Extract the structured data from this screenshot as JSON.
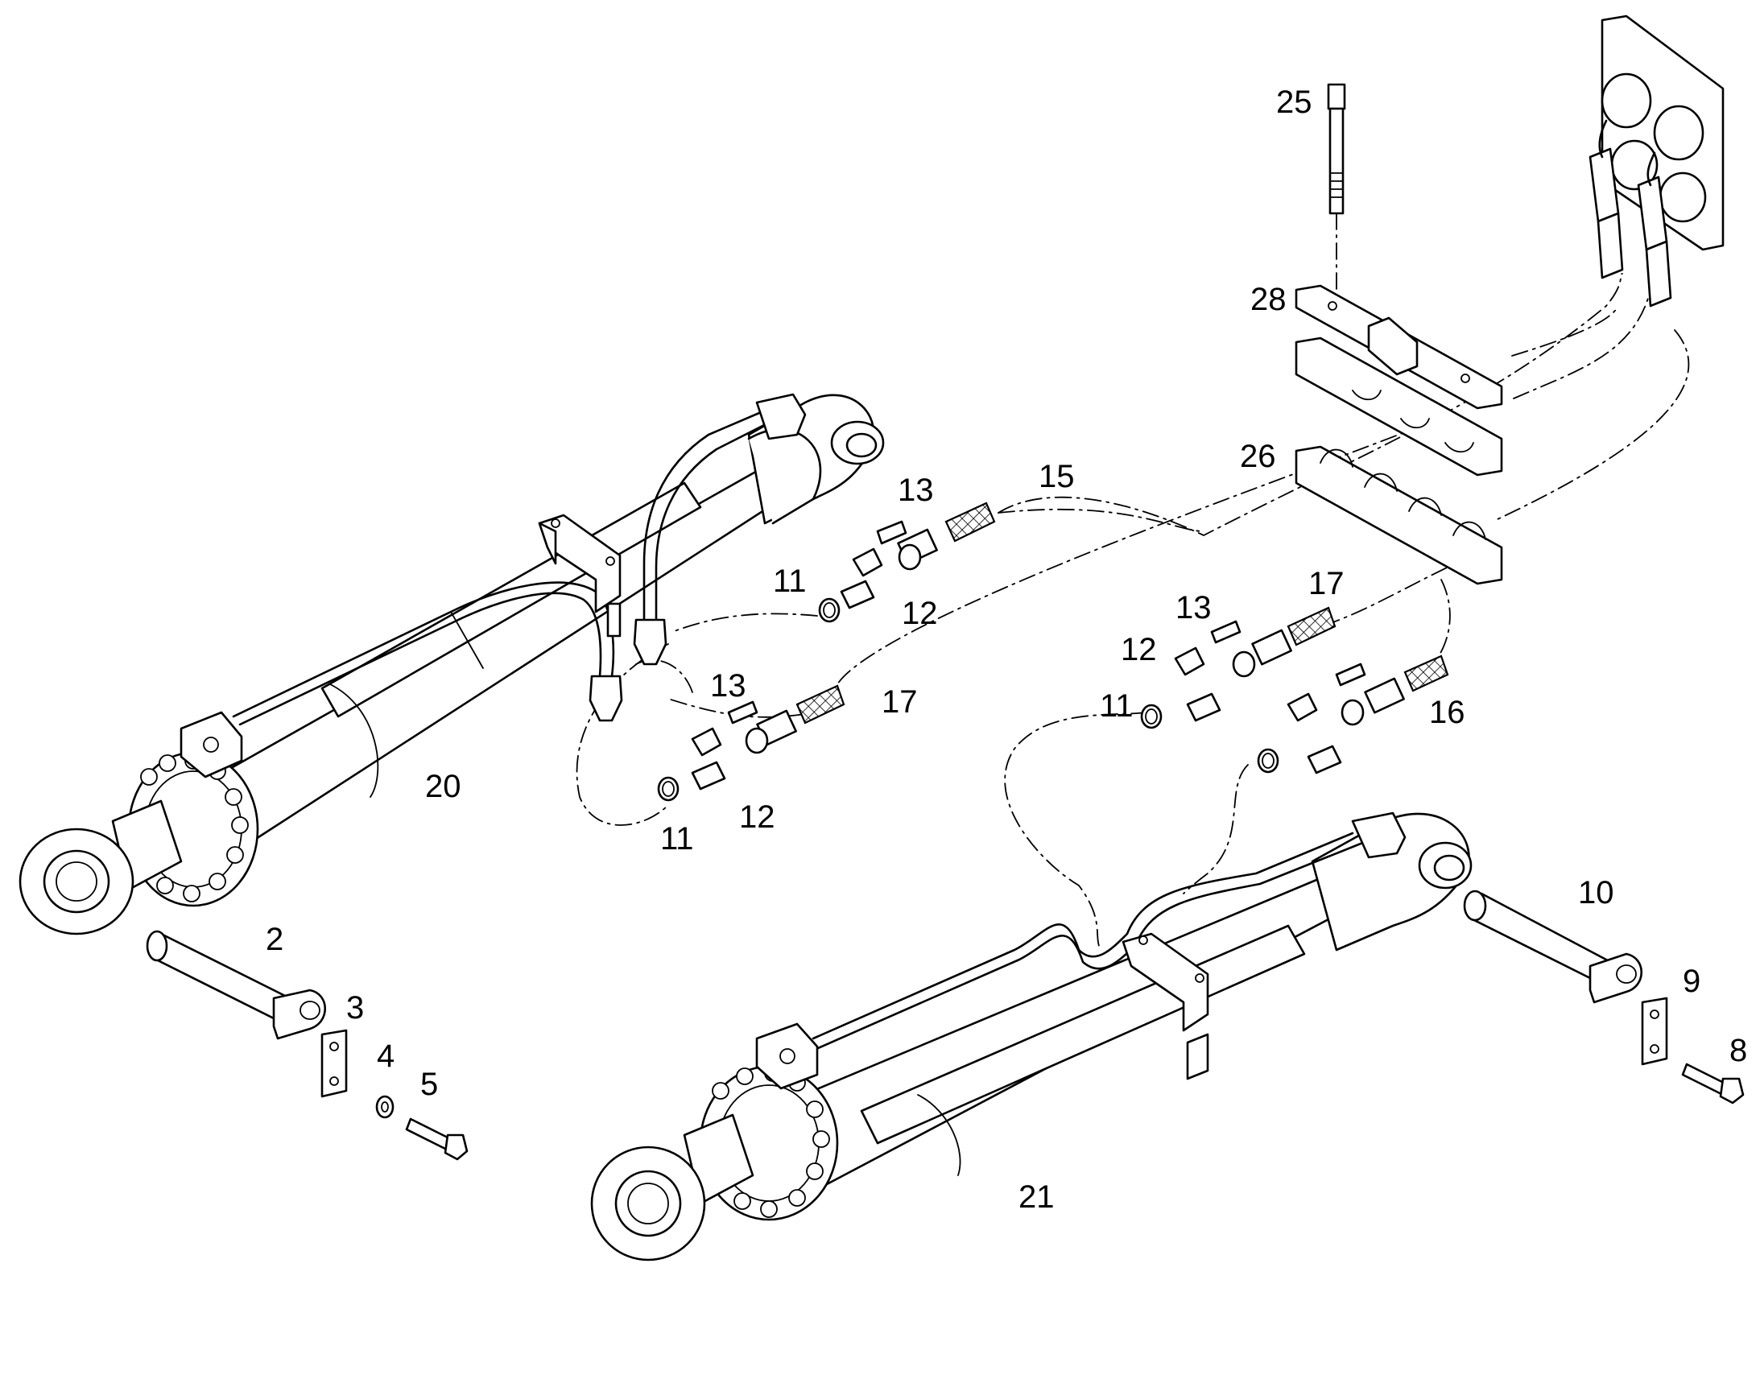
{
  "callouts": [
    {
      "id": "c2",
      "label": "2"
    },
    {
      "id": "c3",
      "label": "3"
    },
    {
      "id": "c4",
      "label": "4"
    },
    {
      "id": "c5",
      "label": "5"
    },
    {
      "id": "c8",
      "label": "8"
    },
    {
      "id": "c9",
      "label": "9"
    },
    {
      "id": "c10",
      "label": "10"
    },
    {
      "id": "c11a",
      "label": "11"
    },
    {
      "id": "c11b",
      "label": "11"
    },
    {
      "id": "c11c",
      "label": "11"
    },
    {
      "id": "c12a",
      "label": "12"
    },
    {
      "id": "c12b",
      "label": "12"
    },
    {
      "id": "c12c",
      "label": "12"
    },
    {
      "id": "c13a",
      "label": "13"
    },
    {
      "id": "c13b",
      "label": "13"
    },
    {
      "id": "c13c",
      "label": "13"
    },
    {
      "id": "c15",
      "label": "15"
    },
    {
      "id": "c16",
      "label": "16"
    },
    {
      "id": "c17a",
      "label": "17"
    },
    {
      "id": "c17b",
      "label": "17"
    },
    {
      "id": "c20",
      "label": "20"
    },
    {
      "id": "c21",
      "label": "21"
    },
    {
      "id": "c25",
      "label": "25"
    },
    {
      "id": "c26",
      "label": "26"
    },
    {
      "id": "c28",
      "label": "28"
    }
  ]
}
